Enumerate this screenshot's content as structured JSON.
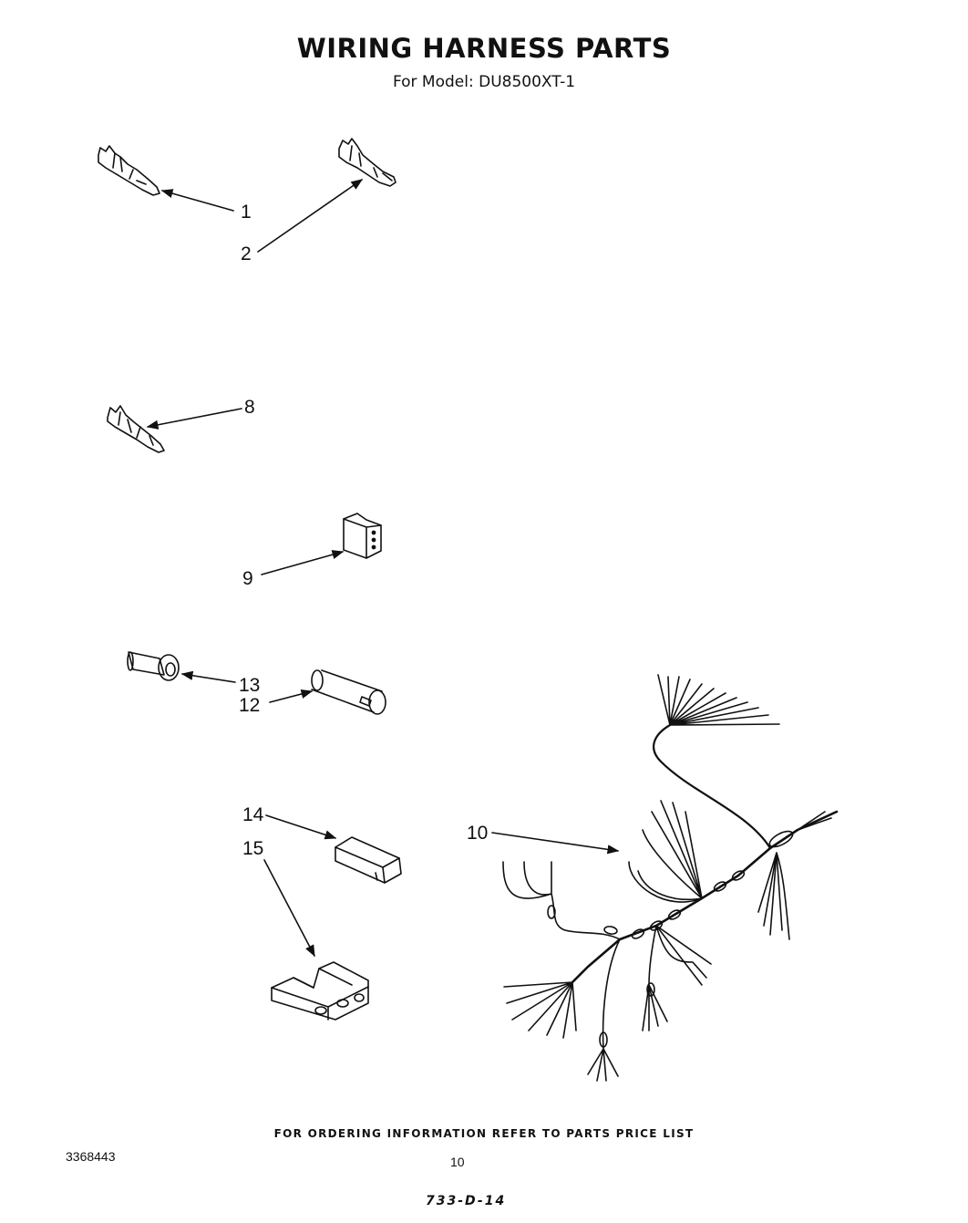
{
  "title": "WIRING HARNESS PARTS",
  "subtitle": "For Model: DU8500XT-1",
  "callouts": {
    "c1": "1",
    "c2": "2",
    "c8": "8",
    "c9": "9",
    "c13": "13",
    "c12": "12",
    "c14": "14",
    "c15": "15",
    "c10": "10"
  },
  "footer": {
    "ordering_note": "FOR ORDERING INFORMATION REFER TO PARTS PRICE LIST",
    "part_number": "3368443",
    "page_number": "10",
    "code": "733-D-14"
  }
}
